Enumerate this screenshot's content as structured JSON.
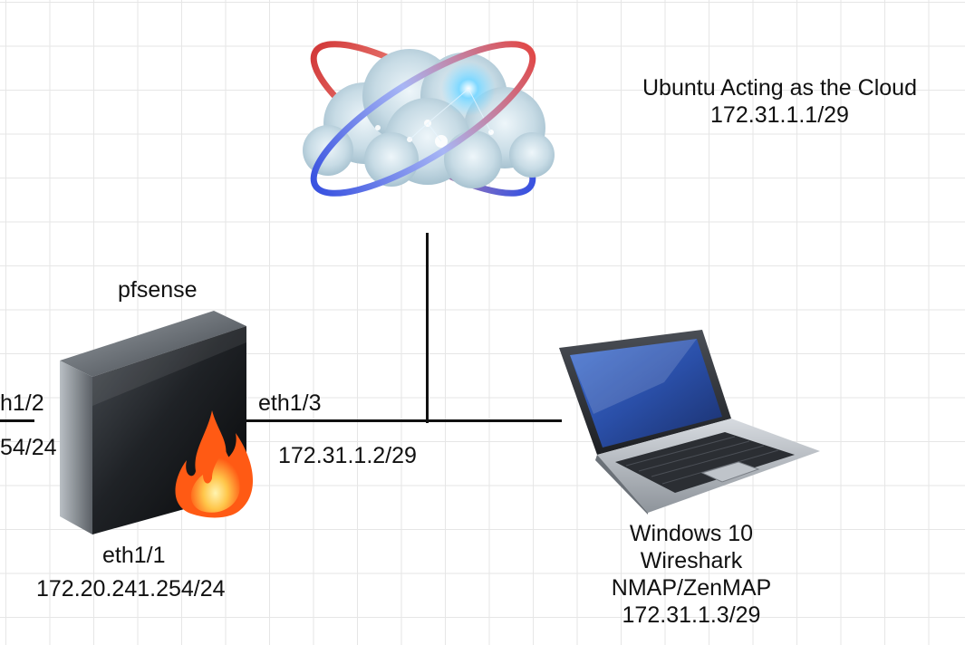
{
  "cloud_node": {
    "title": "Ubuntu Acting as the Cloud",
    "ip": "172.31.1.1/29",
    "icon": "cloud-network-icon"
  },
  "firewall_node": {
    "title": "pfsense",
    "icon": "firewall-appliance-icon",
    "left_iface": {
      "name_fragment": "h1/2",
      "ip_fragment": "54/24"
    },
    "bottom_iface": {
      "name": "eth1/1",
      "ip": "172.20.241.254/24"
    },
    "right_iface": {
      "name": "eth1/3",
      "ip": "172.31.1.2/29"
    }
  },
  "laptop_node": {
    "icon": "laptop-icon",
    "lines": [
      "Windows 10",
      "Wireshark",
      "NMAP/ZenMAP",
      "172.31.1.3/29"
    ]
  },
  "colors": {
    "wire": "#111111",
    "grid": "#e6e6e6",
    "flame": "#ff5a14"
  }
}
